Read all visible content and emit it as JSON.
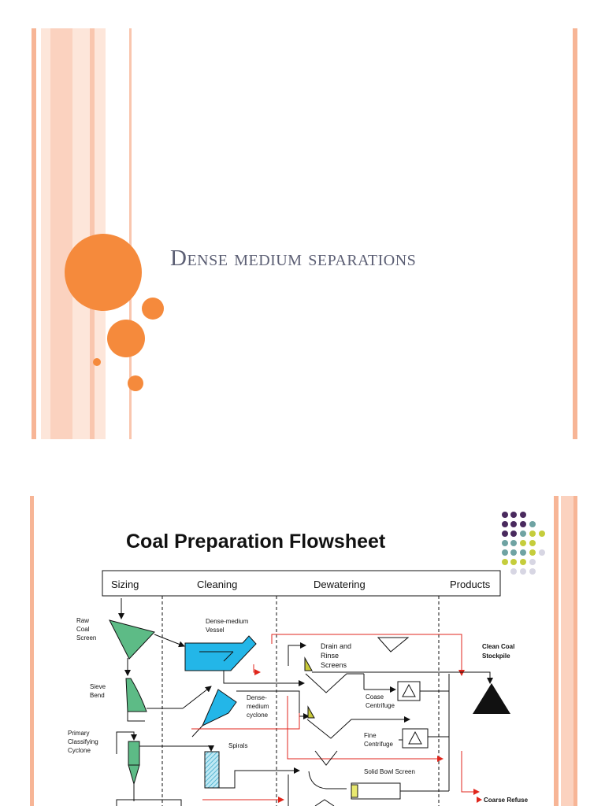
{
  "slide1": {
    "title": "Dense medium separations",
    "colors": {
      "accent": "#f58a3c",
      "stripe": "#fbd7c4",
      "stripe_dark": "#f7b596",
      "title": "#5c5f74"
    }
  },
  "slide2": {
    "title": "Coal Preparation Flowsheet",
    "header": {
      "sizing": "Sizing",
      "cleaning": "Cleaning",
      "dewatering": "Dewatering",
      "products": "Products"
    },
    "labels": {
      "raw_coal_screen": [
        "Raw",
        "Coal",
        "Screen"
      ],
      "sieve_bend": [
        "Sieve",
        "Bend"
      ],
      "primary_cyclone": [
        "Primary",
        "Classifying",
        "Cyclone"
      ],
      "dm_vessel": [
        "Dense-medium",
        "Vessel"
      ],
      "dm_cyclone": [
        "Dense-",
        "medium",
        "cyclone"
      ],
      "spirals": "Spirals",
      "drain_rinse": [
        "Drain and",
        "Rinse",
        "Screens"
      ],
      "coarse_centrifuge": [
        "Coase",
        "Centrifuge"
      ],
      "fine_centrifuge": [
        "Fine",
        "Centrifuge"
      ],
      "solid_bowl": "Solid Bowl Screen",
      "clean_coal": [
        "Clean Coal",
        "Stockpile"
      ],
      "coarse_refuse": "Coarse Refuse"
    },
    "colors": {
      "green": "#5dbb86",
      "blue": "#23b6e8",
      "yellow": "#c9c93a",
      "red": "#e0261c",
      "dots": [
        "#4a2a5e",
        "#6fa3a3",
        "#c5cd3c",
        "#d7d6e3"
      ]
    }
  }
}
